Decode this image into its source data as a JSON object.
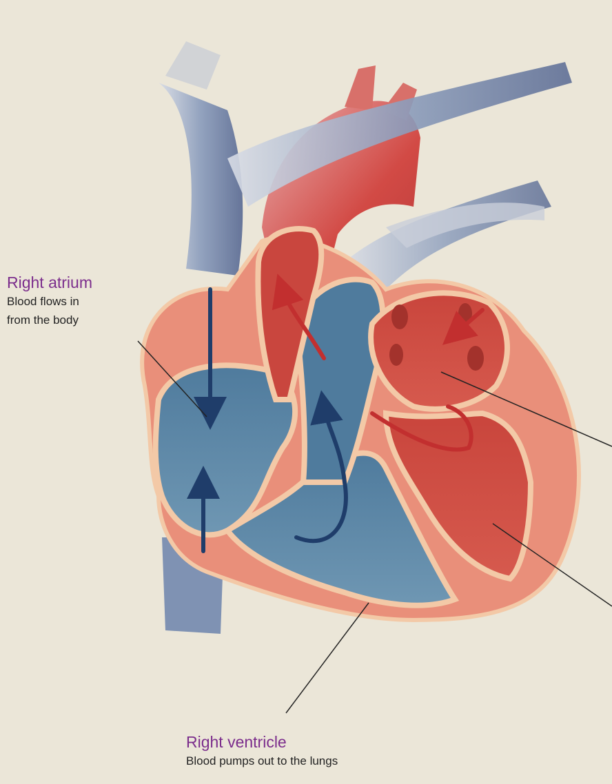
{
  "labels": {
    "right_atrium": {
      "title": "Right atrium",
      "line1": "Blood flows in",
      "line2": "from the body"
    },
    "right_ventricle": {
      "title": "Right ventricle",
      "line1": "Blood pumps out to the lungs"
    }
  },
  "colors": {
    "background": "#ebe6d8",
    "label_title": "#7b2d8c",
    "deoxygenated_blue": "#5f88a6",
    "oxygenated_red": "#d9574c",
    "heart_wall": "#e98f7a",
    "lining": "#f3c9a7"
  }
}
